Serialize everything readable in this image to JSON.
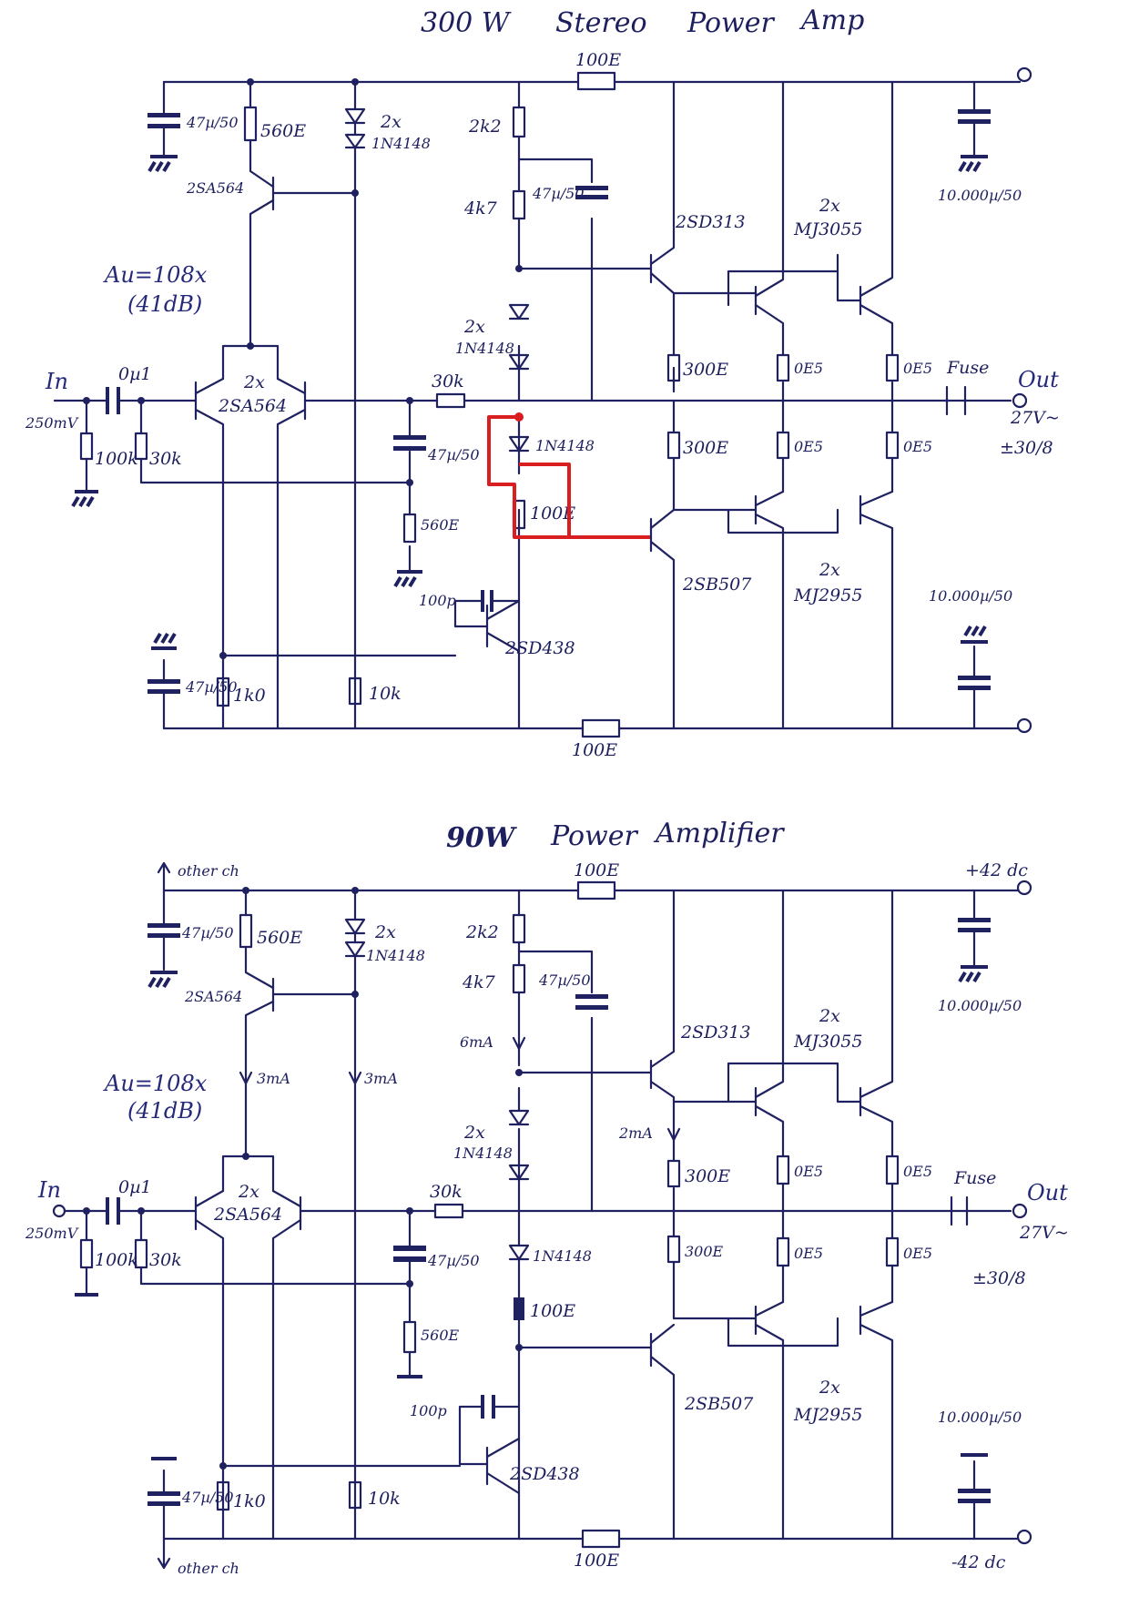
{
  "palette": {
    "ink": "#1f2160",
    "highlight": "#d81e1e",
    "paper": "#ffffff"
  },
  "top": {
    "title_a": "300 W",
    "title_b": "Stereo",
    "title_c": "Power",
    "title_d": "Amp",
    "gain_line1": "Au=108x",
    "gain_line2": "(41dB)",
    "in_label": "In",
    "in_level": "250mV",
    "out_label": "Out",
    "out_level": "27V~",
    "out_load": "±30/8",
    "fuse": "Fuse",
    "r_top": "100E",
    "r_bottom": "100E",
    "c_47_1": "47µ/50",
    "c_47_2": "47µ/50",
    "c_47_3": "47µ/50",
    "c_47_4": "47µ/50",
    "r_560": "560E",
    "r_560b": "560E",
    "q_2sa564_top": "2SA564",
    "diodes_2x": "2x",
    "diodes_type": "1N4148",
    "r_2k2": "2k2",
    "r_4k7": "4k7",
    "q_2sd313": "2SD313",
    "mj3055_count": "2x",
    "mj3055": "MJ3055",
    "c_10000_top": "10.000µ/50",
    "c_10000_bot": "10.000µ/50",
    "diode_chain_2x": "2x",
    "diode_chain_type": "1N4148",
    "c_0u1": "0µ1",
    "q_pair_2x": "2x",
    "q_pair": "2SA564",
    "r_30k_fb": "30k",
    "r_100k": "100k",
    "r_30k_in": "30k",
    "r_300_a": "300E",
    "r_300_b": "300E",
    "r_0e5_1": "0E5",
    "r_0e5_2": "0E5",
    "r_0e5_3": "0E5",
    "r_0e5_4": "0E5",
    "diode_single": "1N4148",
    "r_100_vas": "100E",
    "q_2sb507": "2SB507",
    "mj2955_count": "2x",
    "mj2955": "MJ2955",
    "c_100p": "100p",
    "q_2sd438": "2SD438",
    "r_1k0": "1k0",
    "r_10k": "10k"
  },
  "bottom": {
    "title_a": "90W",
    "title_b": "Power",
    "title_c": "Amplifier",
    "other_ch_top": "other ch",
    "other_ch_bottom": "other ch",
    "rail_pos": "+42 dc",
    "rail_neg": "-42 dc",
    "gain_line1": "Au=108x",
    "gain_line2": "(41dB)",
    "in_label": "In",
    "in_level": "250mV",
    "out_label": "Out",
    "out_level": "27V~",
    "out_load": "±30/8",
    "fuse": "Fuse",
    "r_top": "100E",
    "r_bottom": "100E",
    "c_47_1": "47µ/50",
    "c_47_2": "47µ/50",
    "c_47_3": "47µ/50",
    "c_47_4": "47µ/50",
    "r_560": "560E",
    "r_560b": "560E",
    "q_2sa564_top": "2SA564",
    "diodes_2x": "2x",
    "diodes_type": "1N4148",
    "r_2k2": "2k2",
    "r_4k7": "4k7",
    "i_6ma": "6mA",
    "i_3ma_a": "3mA",
    "i_3ma_b": "3mA",
    "i_2ma": "2mA",
    "q_2sd313": "2SD313",
    "mj3055_count": "2x",
    "mj3055": "MJ3055",
    "c_10000_top": "10.000µ/50",
    "c_10000_bot": "10.000µ/50",
    "diode_chain_2x": "2x",
    "diode_chain_type": "1N4148",
    "c_0u1": "0µ1",
    "q_pair_2x": "2x",
    "q_pair": "2SA564",
    "r_30k_fb": "30k",
    "r_100k": "100k",
    "r_30k_in": "30k",
    "r_300_a": "300E",
    "r_300_b": "300E",
    "r_0e5_1": "0E5",
    "r_0e5_2": "0E5",
    "r_0e5_3": "0E5",
    "r_0e5_4": "0E5",
    "diode_single": "1N4148",
    "r_100_vas": "100E",
    "q_2sb507": "2SB507",
    "mj2955_count": "2x",
    "mj2955": "MJ2955",
    "c_100p": "100p",
    "q_2sd438": "2SD438",
    "r_1k0": "1k0",
    "r_10k": "10k"
  }
}
